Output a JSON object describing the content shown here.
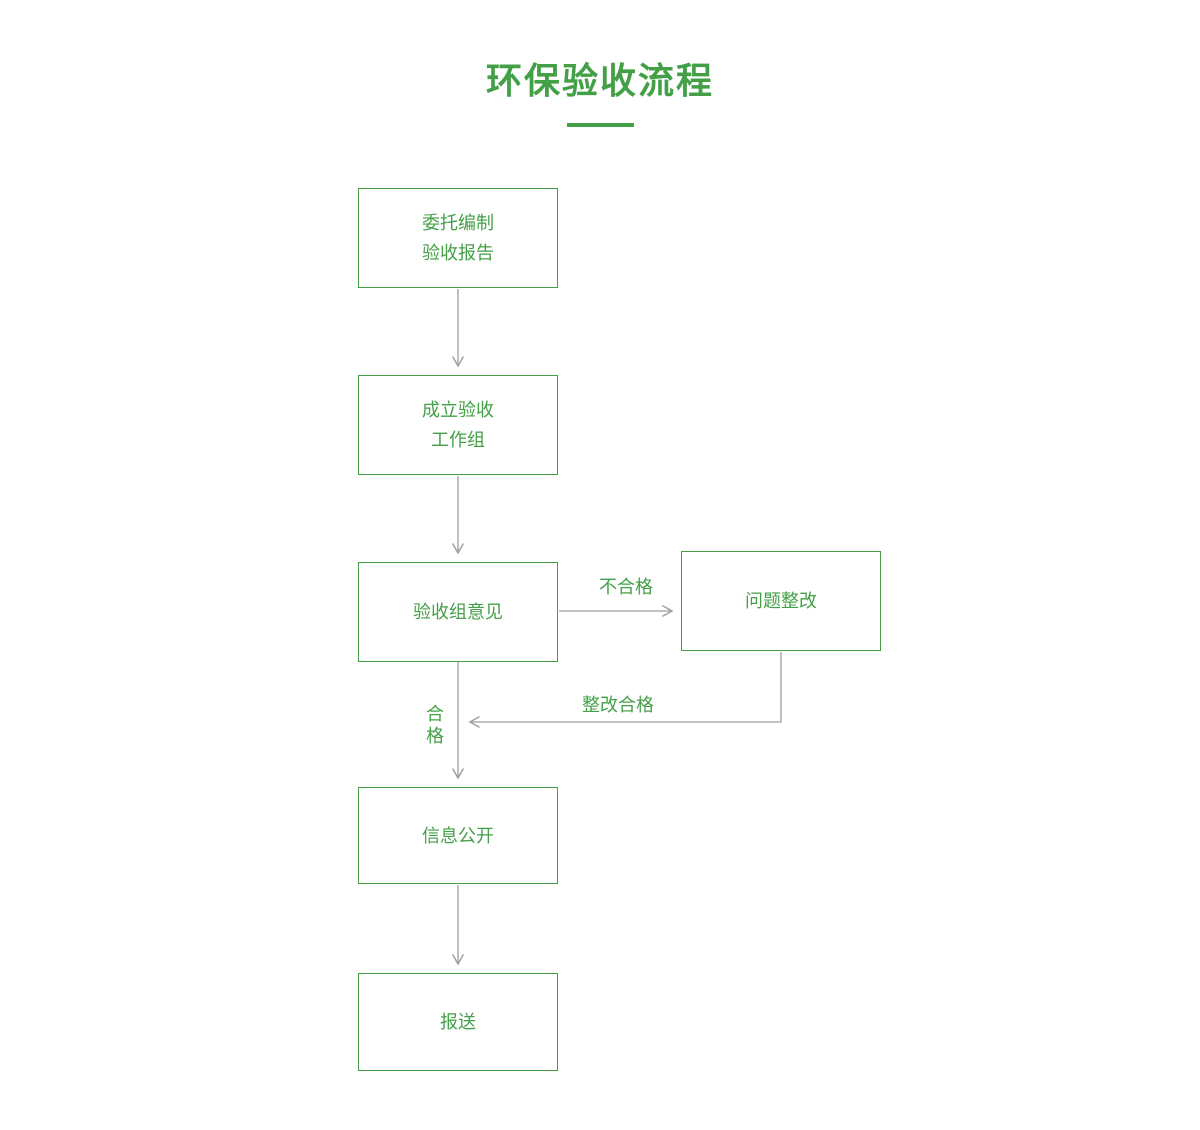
{
  "title": "环保验收流程",
  "nodes": {
    "entrust": {
      "label": "委托编制\n验收报告"
    },
    "workgroup": {
      "label": "成立验收\n工作组"
    },
    "opinion": {
      "label": "验收组意见"
    },
    "rectify": {
      "label": "问题整改"
    },
    "publicity": {
      "label": "信息公开"
    },
    "submit": {
      "label": "报送"
    }
  },
  "edges": {
    "fail": "不合格",
    "pass": "合格",
    "rectified": "整改合格"
  },
  "colors": {
    "accent": "#43A047",
    "arrow": "#9e9e9e"
  }
}
